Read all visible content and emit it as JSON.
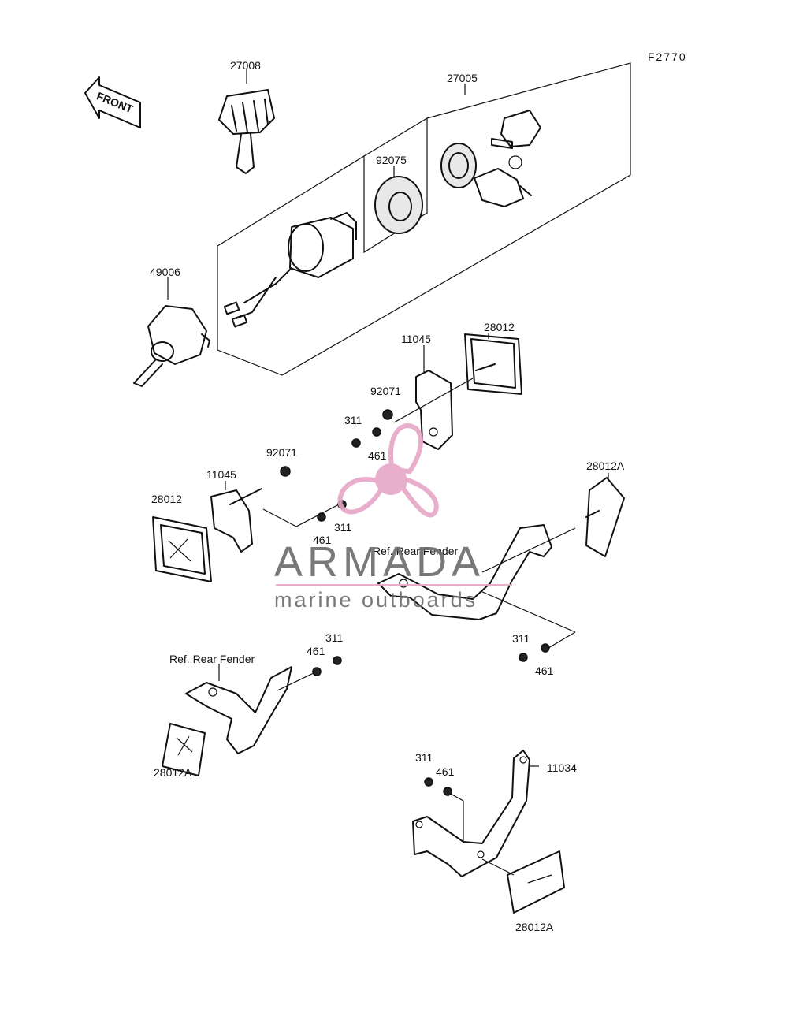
{
  "figure_code": "F2770",
  "front_label": "FRONT",
  "labels": {
    "p27008": "27008",
    "p27005": "27005",
    "p92075": "92075",
    "p49006": "49006",
    "p28012_top": "28012",
    "p11045_top": "11045",
    "p92071_top": "92071",
    "p311_top": "311",
    "p461_top": "461",
    "p92071_mid": "92071",
    "p11045_left": "11045",
    "p28012_left": "28012",
    "p461_mid": "461",
    "p311_mid": "311",
    "p28012A_right": "28012A",
    "ref_rear_fender_right": "Ref. Rear Fender",
    "p311_right": "311",
    "p461_right": "461",
    "p311_lower": "311",
    "p461_lower": "461",
    "ref_rear_fender_left": "Ref. Rear Fender",
    "p28012A_left": "28012A",
    "p311_bottom": "311",
    "p461_bottom": "461",
    "p11034": "11034",
    "p28012A_bottom": "28012A"
  },
  "watermark": {
    "brand": "ARMADA",
    "tagline": "marine outboards",
    "logo_color": "#e7a6c6",
    "text_color": "#6b6b6b"
  }
}
